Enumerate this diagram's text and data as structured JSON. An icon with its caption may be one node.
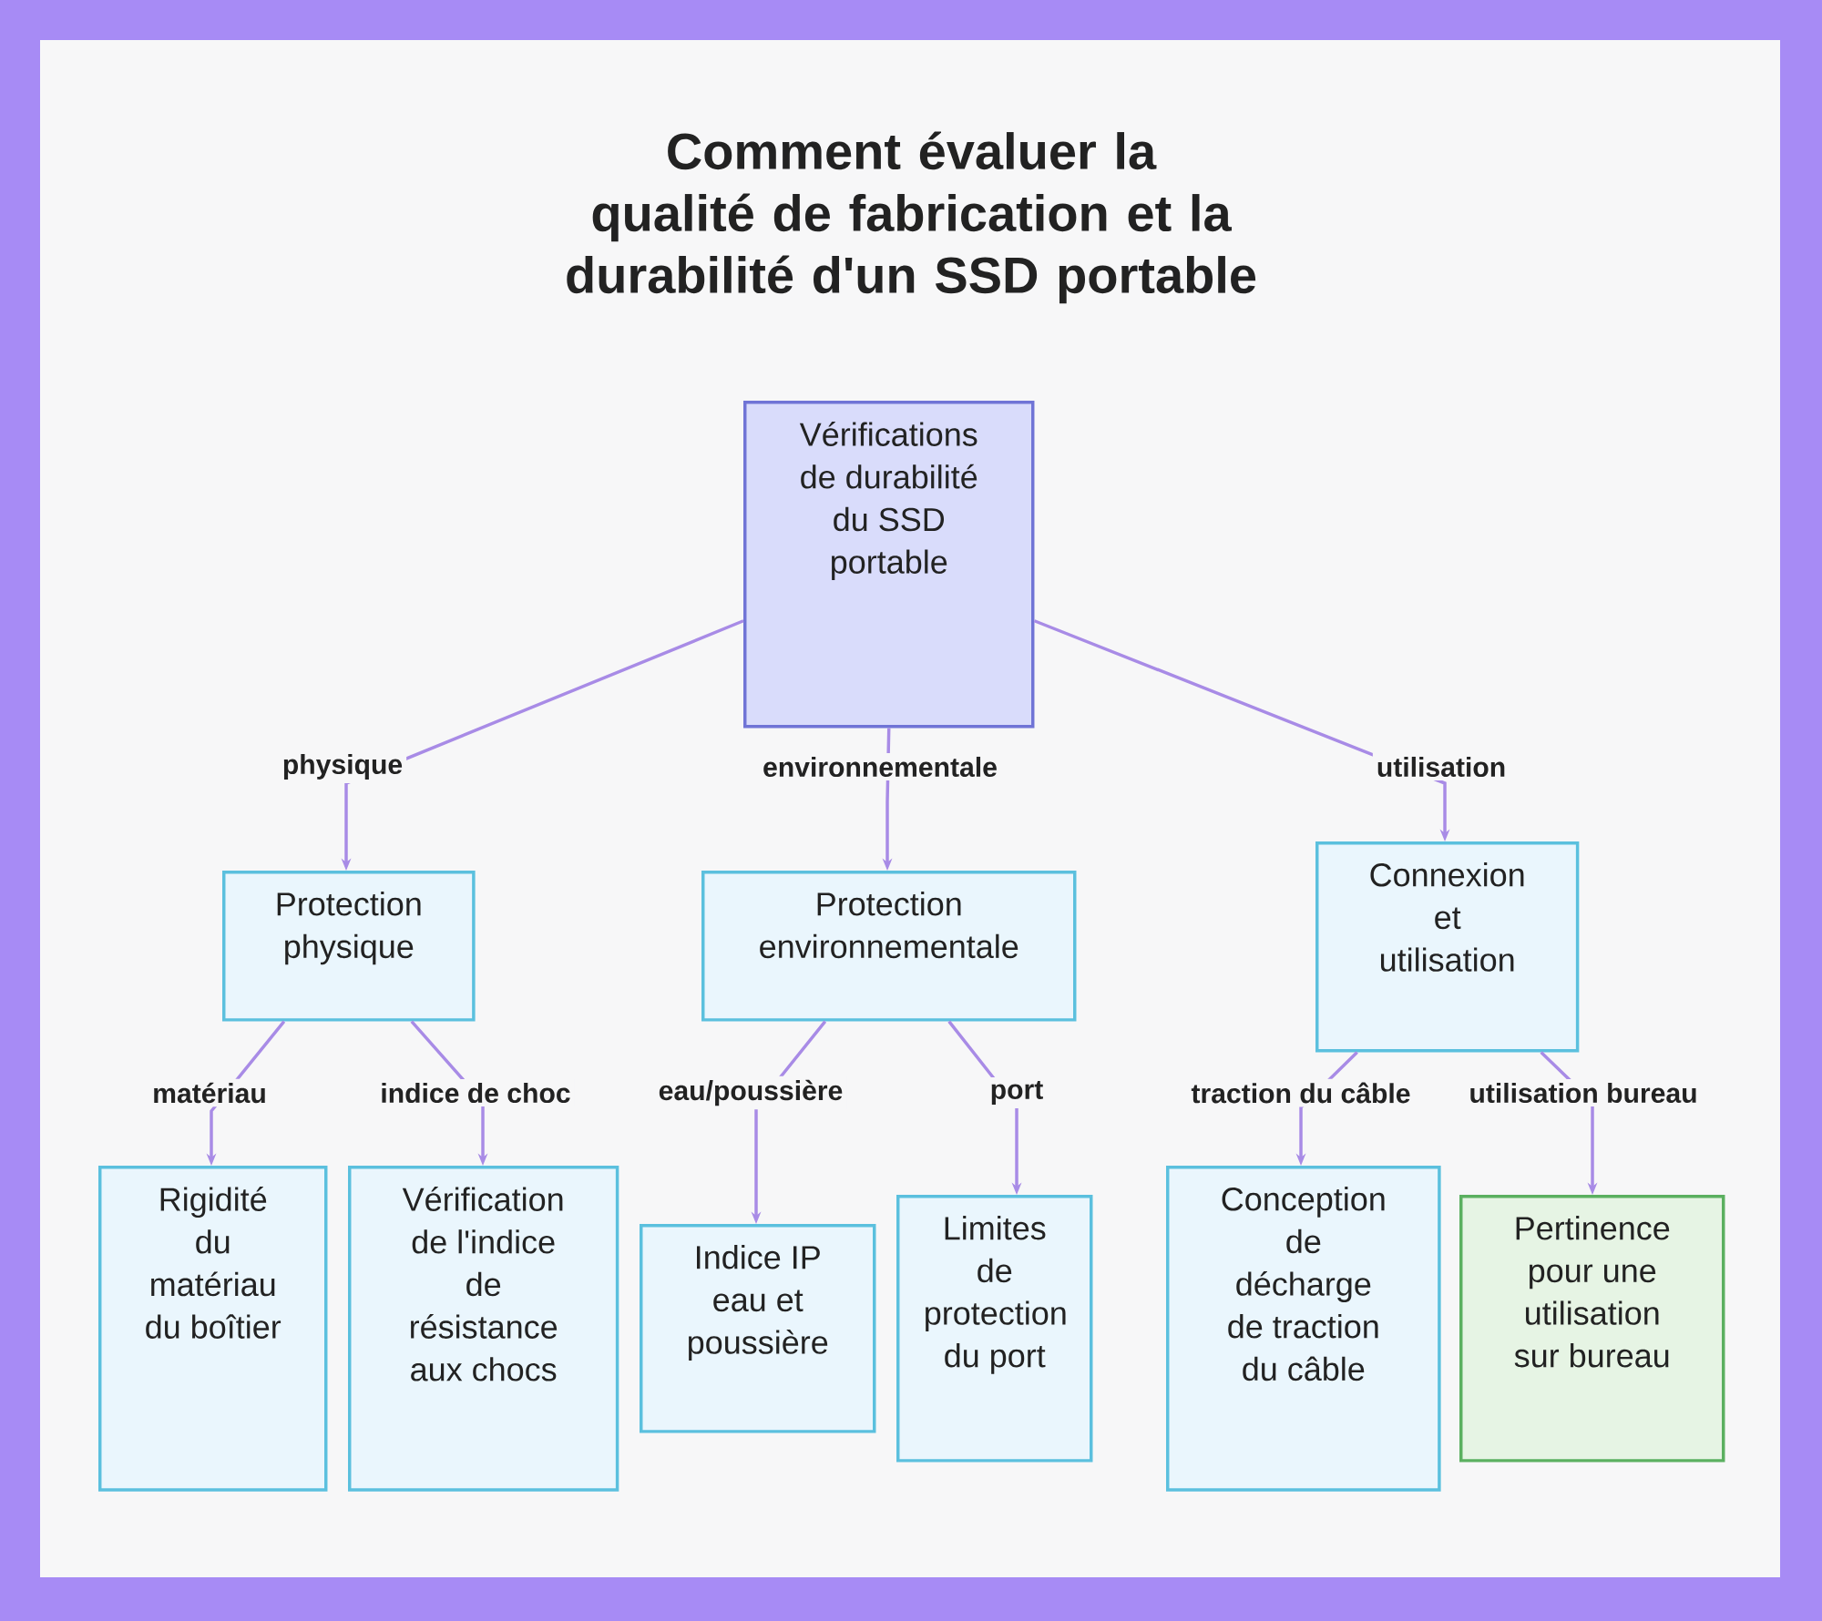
{
  "diagram": {
    "title": "Comment évaluer la qualité de fabrication et la durabilité d'un SSD portable",
    "nodes": [
      {
        "text": [
          "Vérifications de durabilité du SSD portable"
        ]
      },
      {
        "text": [
          "Protection physique"
        ]
      },
      {
        "text": [
          "Protection environnementale"
        ]
      },
      {
        "text": [
          "Connexion et utilisation"
        ]
      },
      {
        "text": [
          "Rigidité du matériau du boîtier"
        ]
      },
      {
        "text": [
          "Vérification de l'indice de résistance aux chocs"
        ]
      },
      {
        "text": [
          "Indice IP eau et poussière"
        ]
      },
      {
        "text": [
          "Limites de protection du port"
        ]
      },
      {
        "text": [
          "Conception de décharge de traction du câble"
        ]
      },
      {
        "text": [
          "Pertinence pour une utilisation sur bureau"
        ]
      }
    ],
    "edges": [
      {
        "from": 0,
        "to": 1,
        "arrow": "to",
        "label": "physique"
      },
      {
        "from": 0,
        "to": 2,
        "arrow": "to",
        "label": "environnementale"
      },
      {
        "from": 0,
        "to": 3,
        "arrow": "to",
        "label": "utilisation"
      },
      {
        "from": 1,
        "to": 4,
        "arrow": "to",
        "label": "matériau"
      },
      {
        "from": 1,
        "to": 5,
        "arrow": "to",
        "label": "indice de choc"
      },
      {
        "from": 2,
        "to": 6,
        "arrow": "to",
        "label": "eau/poussière"
      },
      {
        "from": 2,
        "to": 7,
        "arrow": "to",
        "label": "port"
      },
      {
        "from": 3,
        "to": 8,
        "arrow": "to",
        "label": "traction du câble"
      },
      {
        "from": 3,
        "to": 9,
        "arrow": "to",
        "label": "utilisation bureau"
      }
    ]
  }
}
